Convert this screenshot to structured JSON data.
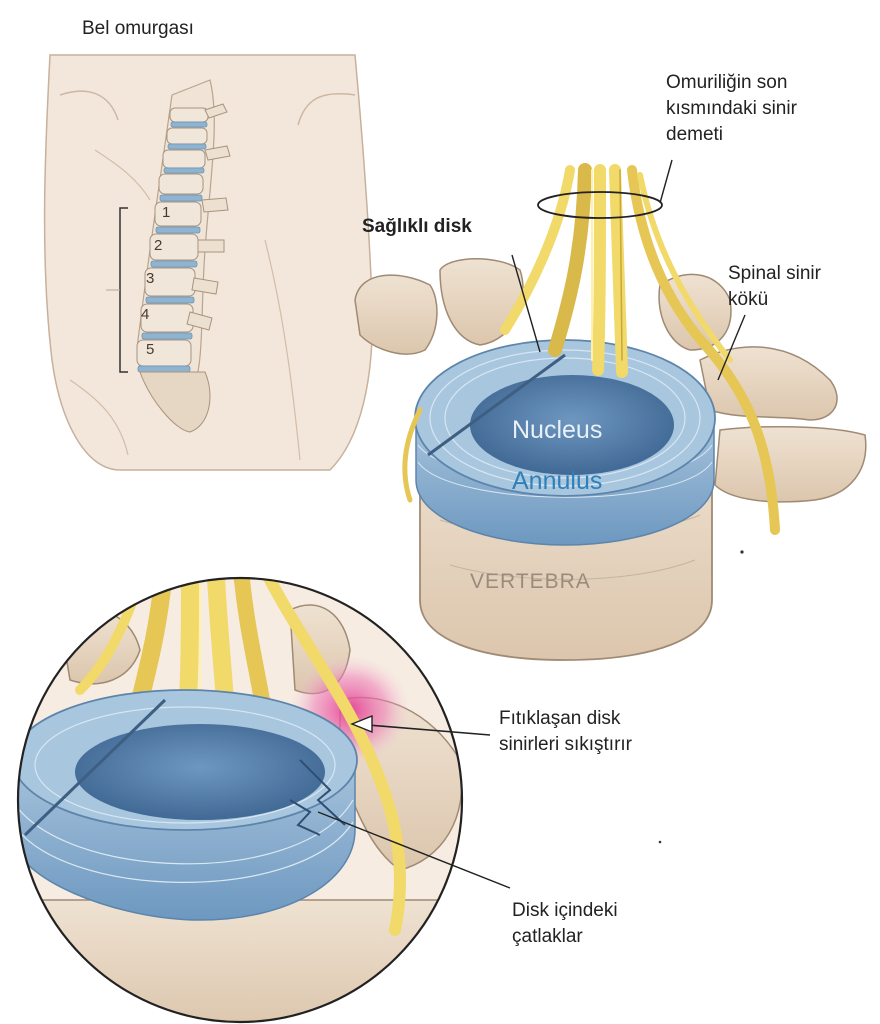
{
  "labels": {
    "lumbar_spine": "Bel omurgası",
    "cauda_equina": "Omuriliğin son\nkısmındaki sinir\ndemeti",
    "healthy_disc": "Sağlıklı disk",
    "spinal_nerve_root": "Spinal sinir\nkökü",
    "nucleus": "Nucleus",
    "annulus": "Annulus",
    "vertebra": "VERTEBRA",
    "herniated_disc": "Fıtıklaşan disk\nsinirleri sıkıştırır",
    "disc_cracks": "Disk içindeki\nçatlaklar"
  },
  "vertebra_numbers": [
    "1",
    "2",
    "3",
    "4",
    "5"
  ],
  "colors": {
    "skin": "#f3e7dc",
    "bone": "#e9d9c6",
    "disc_blue": "#8fb4d2",
    "nucleus_blue": "#4f7aa6",
    "nerve_yellow": "#f1d96a",
    "inflammation": "#e7569d",
    "annulus_text": "#2f7fb8",
    "nucleus_text": "#e8f1f8",
    "vertebra_text": "#9b8b7c"
  }
}
